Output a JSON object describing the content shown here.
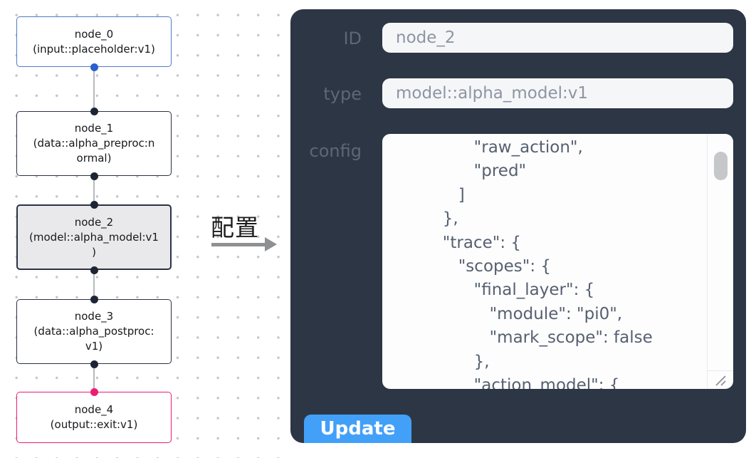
{
  "canvas": {
    "nodes": [
      {
        "id": "node_0",
        "type": "input::placeholder:v1",
        "lines": [
          "node_0",
          "(input::placeholder:v1)"
        ]
      },
      {
        "id": "node_1",
        "type": "data::alpha_preproc:normal",
        "lines": [
          "node_1",
          "(data::alpha_preproc:n",
          "ormal)"
        ]
      },
      {
        "id": "node_2",
        "type": "model::alpha_model:v1",
        "lines": [
          "node_2",
          "(model::alpha_model:v1",
          ")"
        ]
      },
      {
        "id": "node_3",
        "type": "data::alpha_postproc:v1",
        "lines": [
          "node_3",
          "(data::alpha_postproc:",
          "v1)"
        ]
      },
      {
        "id": "node_4",
        "type": "output::exit:v1",
        "lines": [
          "node_4",
          "(output::exit:v1)"
        ]
      }
    ]
  },
  "middle": {
    "arrow_label": "配置"
  },
  "panel": {
    "id_field": {
      "label": "ID",
      "value": "node_2"
    },
    "type_field": {
      "label": "type",
      "value": "model::alpha_model:v1"
    },
    "config_field": {
      "label": "config",
      "lines": [
        "               \"raw_action\",",
        "               \"pred\"",
        "            ]",
        "         },",
        "         \"trace\": {",
        "            \"scopes\": {",
        "               \"final_layer\": {",
        "                  \"module\": \"pi0\",",
        "                  \"mark_scope\": false",
        "               },",
        "               \"action_model\": {"
      ]
    },
    "update_button": "Update"
  },
  "colors": {
    "node_border_dark": "#2b3243",
    "node_border_blue": "#4e7bc7",
    "node_border_pink": "#eb1d73",
    "node_selected_bg": "#e9e9ec",
    "port_blue": "#2a5fd0",
    "port_dark": "#1d2534",
    "port_pink": "#eb1d73",
    "edge_gray": "#b5b8be",
    "arrow_gray": "#8f9092",
    "panel_bg": "#2d3645",
    "field_label": "#5e6774",
    "field_bg": "#f5f6f8",
    "field_text": "#8d95a3",
    "config_bg": "#fdfdfe",
    "config_text": "#566070",
    "button_bg": "#42a0f8",
    "button_text": "#ffffff"
  }
}
